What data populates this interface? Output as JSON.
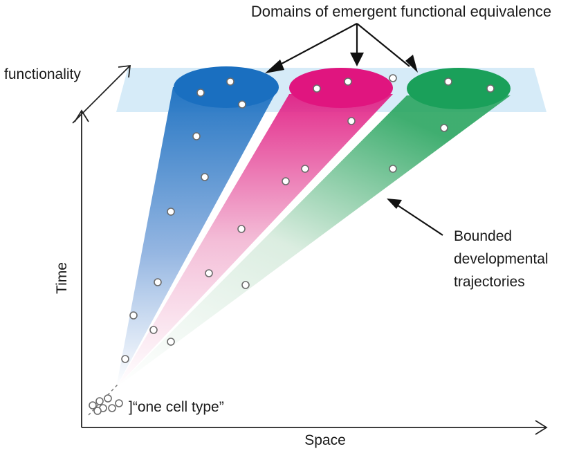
{
  "title": "Domains of emergent functional equivalence",
  "axes": {
    "x_label": "Space",
    "y_label": "Time",
    "z_label": "functionality"
  },
  "annotations": {
    "trajectories_lines": [
      "Bounded",
      "developmental",
      "trajectories"
    ],
    "origin_label": "]“one cell type”"
  },
  "domains": [
    {
      "name": "blue",
      "color": "#1a6fc0"
    },
    {
      "name": "magenta",
      "color": "#e0157f"
    },
    {
      "name": "green",
      "color": "#1aa05a"
    }
  ],
  "colors": {
    "plane": "#cfe8f7",
    "axis": "#222222"
  }
}
